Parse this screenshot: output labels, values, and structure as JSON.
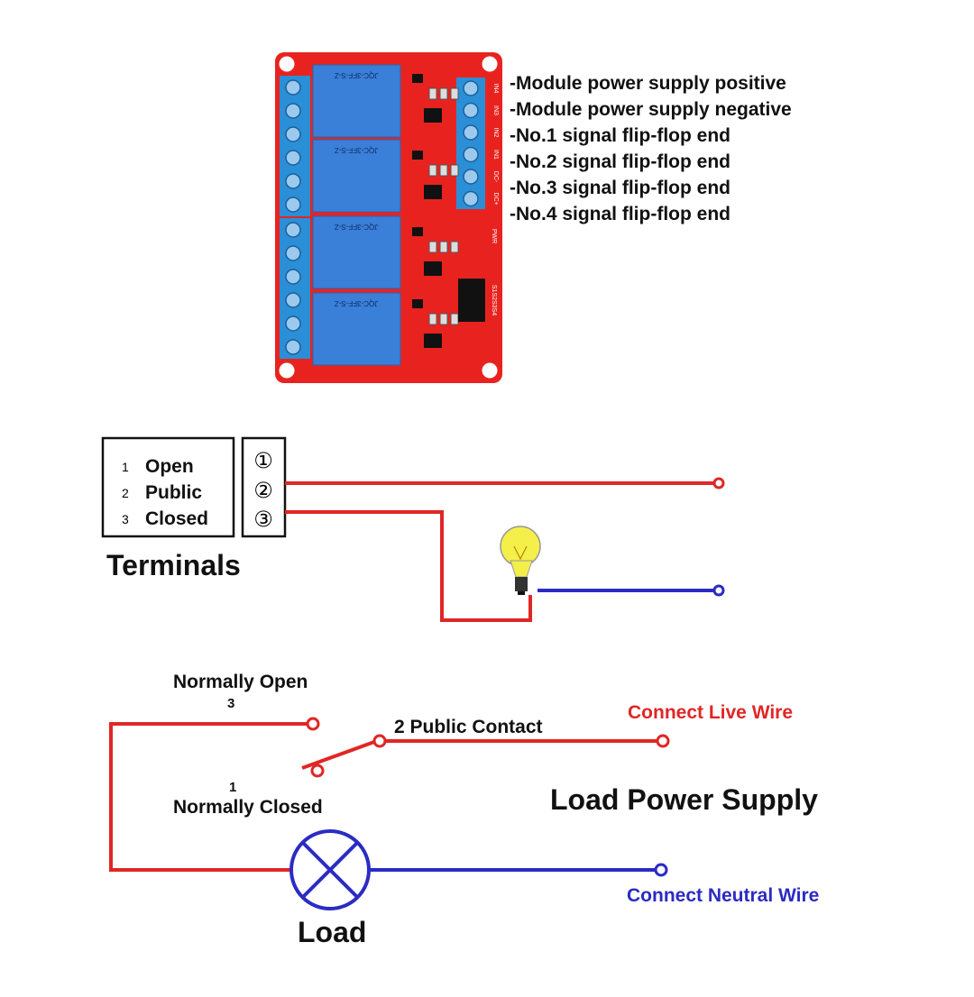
{
  "module": {
    "pin_labels": [
      "-Module power supply positive",
      "-Module power supply negative",
      "-No.1 signal flip-flop end",
      "-No.2 signal flip-flop end",
      "-No.3 signal flip-flop end",
      "-No.4 signal flip-flop end"
    ],
    "board_terminals": [
      "IN4",
      "IN3",
      "IN2",
      "IN1",
      "DC-",
      "DC+"
    ],
    "relay_model": "JQC-3FF-S-Z",
    "pwr_label": "PWR",
    "jumper_label": "S1S2S3S4",
    "board_color": "#e8231f",
    "terminal_color": "#2a8fd6",
    "relay_color": "#3a7fd8"
  },
  "terminals": {
    "rows": [
      {
        "num": "1",
        "name": "Open",
        "symbol": "①"
      },
      {
        "num": "2",
        "name": "Public",
        "symbol": "②"
      },
      {
        "num": "3",
        "name": "Closed",
        "symbol": "③"
      }
    ],
    "title": "Terminals"
  },
  "schematic": {
    "normally_open": "Normally Open",
    "no_num": "3",
    "normally_closed": "Normally Closed",
    "nc_num": "1",
    "public_contact": "2 Public Contact",
    "live_wire": "Connect Live Wire",
    "neutral_wire": "Connect Neutral Wire",
    "load_power_supply": "Load Power Supply",
    "load": "Load",
    "live_color": "#e02626",
    "neutral_color": "#2b2bc4"
  }
}
